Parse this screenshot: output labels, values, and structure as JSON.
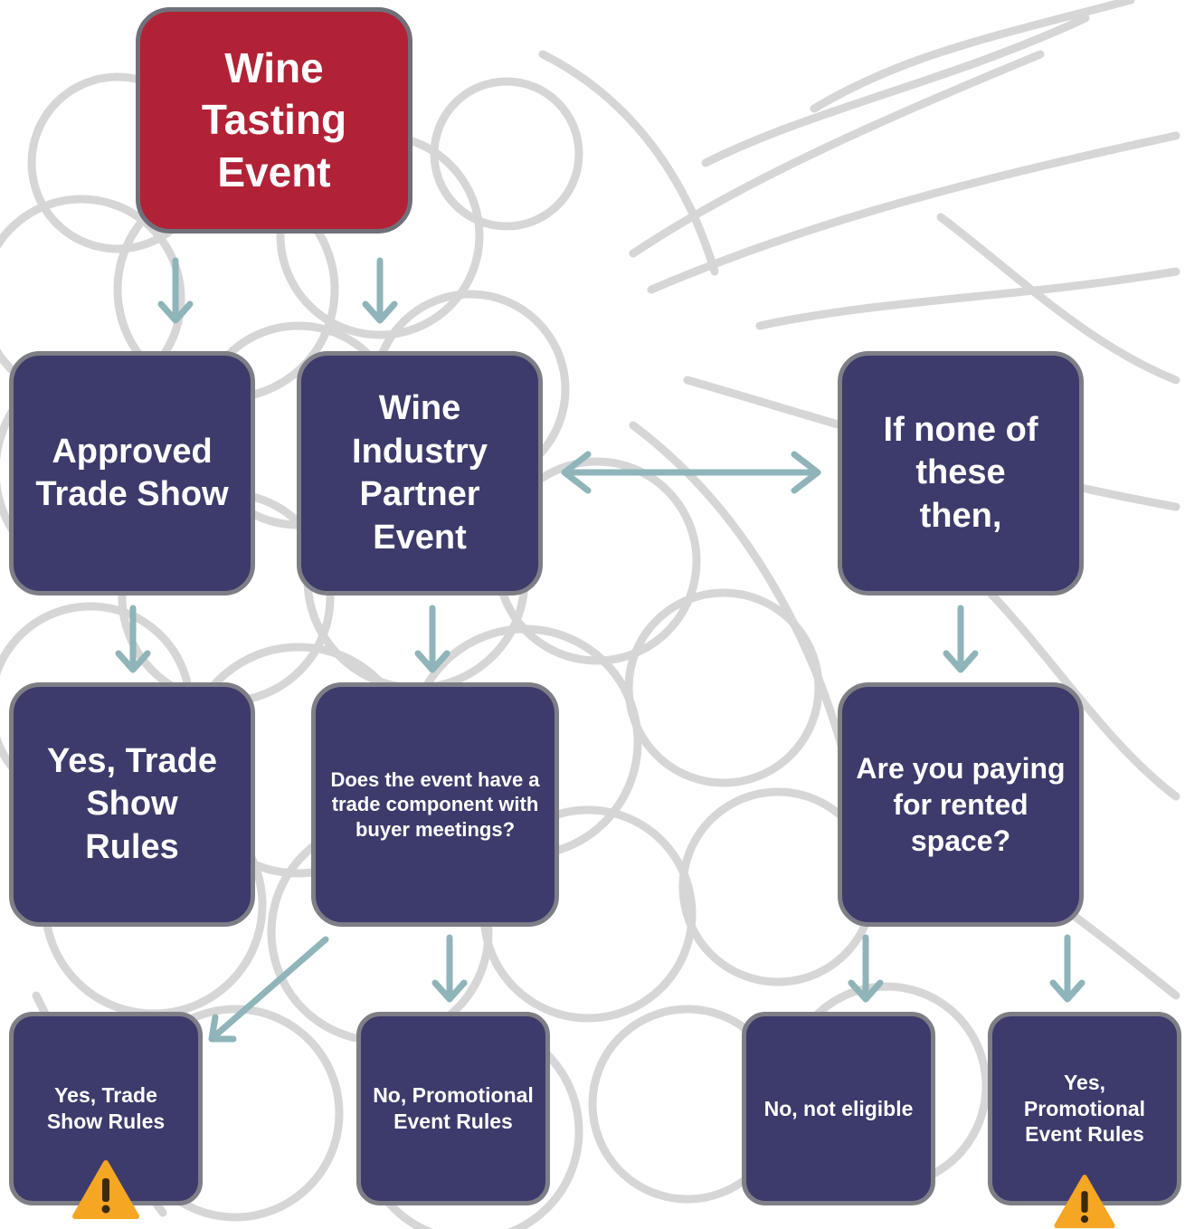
{
  "nodes": {
    "start": "Wine Tasting Event",
    "approved_trade_show": "Approved Trade Show",
    "wine_industry_partner": "Wine Industry Partner Event",
    "if_none": "If none of these then,",
    "yes_trade_show_rules_1": "Yes, Trade Show Rules",
    "trade_component_question": "Does the event have a trade component with buyer meetings?",
    "rented_space_question": "Are you paying for rented space?",
    "yes_trade_show_rules_2": "Yes, Trade Show Rules",
    "no_promotional": "No, Promotional Event Rules",
    "no_not_eligible": "No, not eligible",
    "yes_promotional": "Yes, Promotional Event Rules"
  },
  "icons": {
    "warning": "warning-icon"
  },
  "colors": {
    "start_fill": "#b12236",
    "node_fill": "#3c3b6b",
    "node_border": "#7d7e86",
    "arrow": "#8fb4b9",
    "warning": "#f5a623",
    "background_sketch": "#d6d6d6"
  }
}
